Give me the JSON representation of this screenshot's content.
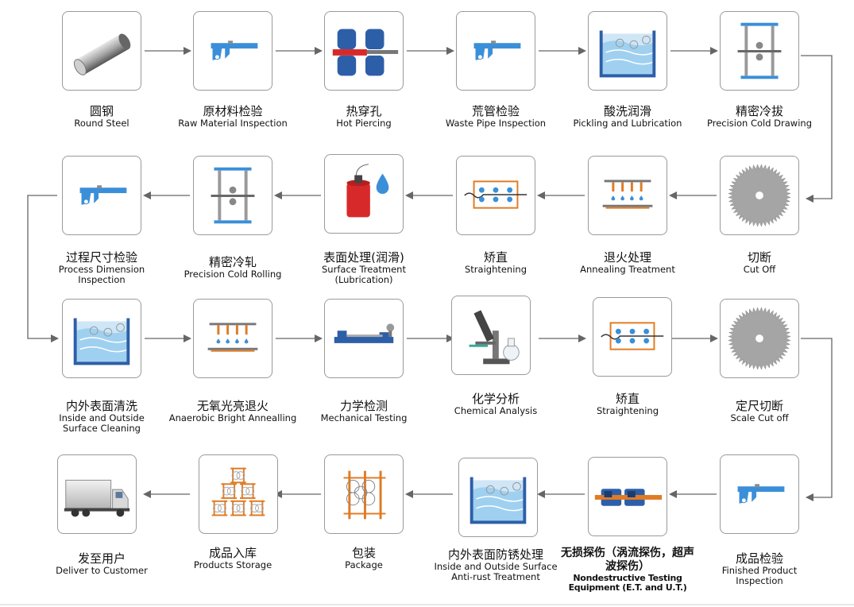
{
  "steps": [
    {
      "zh": "圆钢",
      "en": "Round Steel"
    },
    {
      "zh": "原材料检验",
      "en": "Raw Material Inspection"
    },
    {
      "zh": "热穿孔",
      "en": "Hot Piercing"
    },
    {
      "zh": "荒管检验",
      "en": "Waste Pipe Inspection"
    },
    {
      "zh": "酸洗润滑",
      "en": "Pickling and Lubrication"
    },
    {
      "zh": "精密冷拔",
      "en": "Precision Cold Drawing"
    },
    {
      "zh": "切断",
      "en": "Cut Off"
    },
    {
      "zh": "退火处理",
      "en": "Annealing Treatment"
    },
    {
      "zh": "矫直",
      "en": "Straightening"
    },
    {
      "zh": "表面处理(润滑)",
      "en": "Surface Treatment (Lubrication)"
    },
    {
      "zh": "精密冷轧",
      "en": "Precision Cold Rolling"
    },
    {
      "zh": "过程尺寸检验",
      "en": "Process Dimension Inspection"
    },
    {
      "zh": "内外表面清洗",
      "en": "Inside and Outside Surface Cleaning"
    },
    {
      "zh": "无氧光亮退火",
      "en": "Anaerobic Bright Annealling"
    },
    {
      "zh": "力学检测",
      "en": "Mechanical Testing"
    },
    {
      "zh": "化学分析",
      "en": "Chemical Analysis"
    },
    {
      "zh": "矫直",
      "en": "Straightening"
    },
    {
      "zh": "定尺切断",
      "en": "Scale Cut off"
    },
    {
      "zh": "成品检验",
      "en": "Finished Product Inspection"
    },
    {
      "zh": "无损探伤（涡流探伤，超声波探伤）",
      "en": "Nondestructive Testing Equipment (E.T. and U.T.)"
    },
    {
      "zh": "内外表面防锈处理",
      "en": "Inside and Outside Surface Anti-rust Treatment"
    },
    {
      "zh": "包装",
      "en": "Package"
    },
    {
      "zh": "成品入库",
      "en": "Products Storage"
    },
    {
      "zh": "发至用户",
      "en": "Deliver to Customer"
    }
  ],
  "colors": {
    "steel_blue": "#3b8fd9",
    "orange": "#e07b24",
    "red": "#d8292a",
    "gray": "#8c8c8c",
    "arrow": "#666666",
    "box_border": "#9a9a9a"
  }
}
